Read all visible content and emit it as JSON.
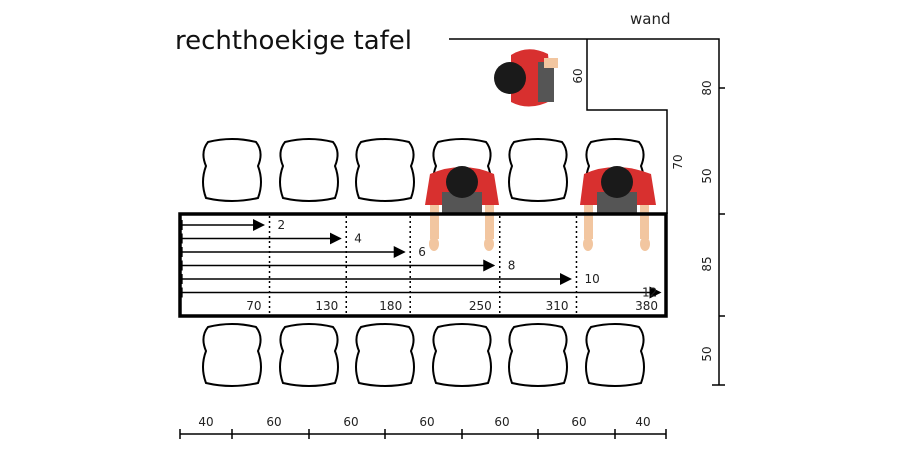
{
  "title": "rechthoekige tafel",
  "wall_label": "wand",
  "arrows": [
    {
      "label": "2",
      "value": 70
    },
    {
      "label": "4",
      "value": 130
    },
    {
      "label": "6",
      "value": 180
    },
    {
      "label": "8",
      "value": 250
    },
    {
      "label": "10",
      "value": 310
    },
    {
      "label": "12",
      "value": 380
    }
  ],
  "table_length_marks": [
    "70",
    "130",
    "180",
    "250",
    "310",
    "380"
  ],
  "bottom_dimensions": [
    "40",
    "60",
    "60",
    "60",
    "60",
    "60",
    "40"
  ],
  "right_dimensions": [
    "80",
    "50",
    "85",
    "50"
  ],
  "wall_dimensions": {
    "niche_depth": "60",
    "niche_height": "70"
  },
  "colors": {
    "shirt": "#d8302f",
    "hair": "#1a1a1a",
    "skin": "#f2c6a0",
    "pants": "#555555",
    "line": "#000000"
  }
}
